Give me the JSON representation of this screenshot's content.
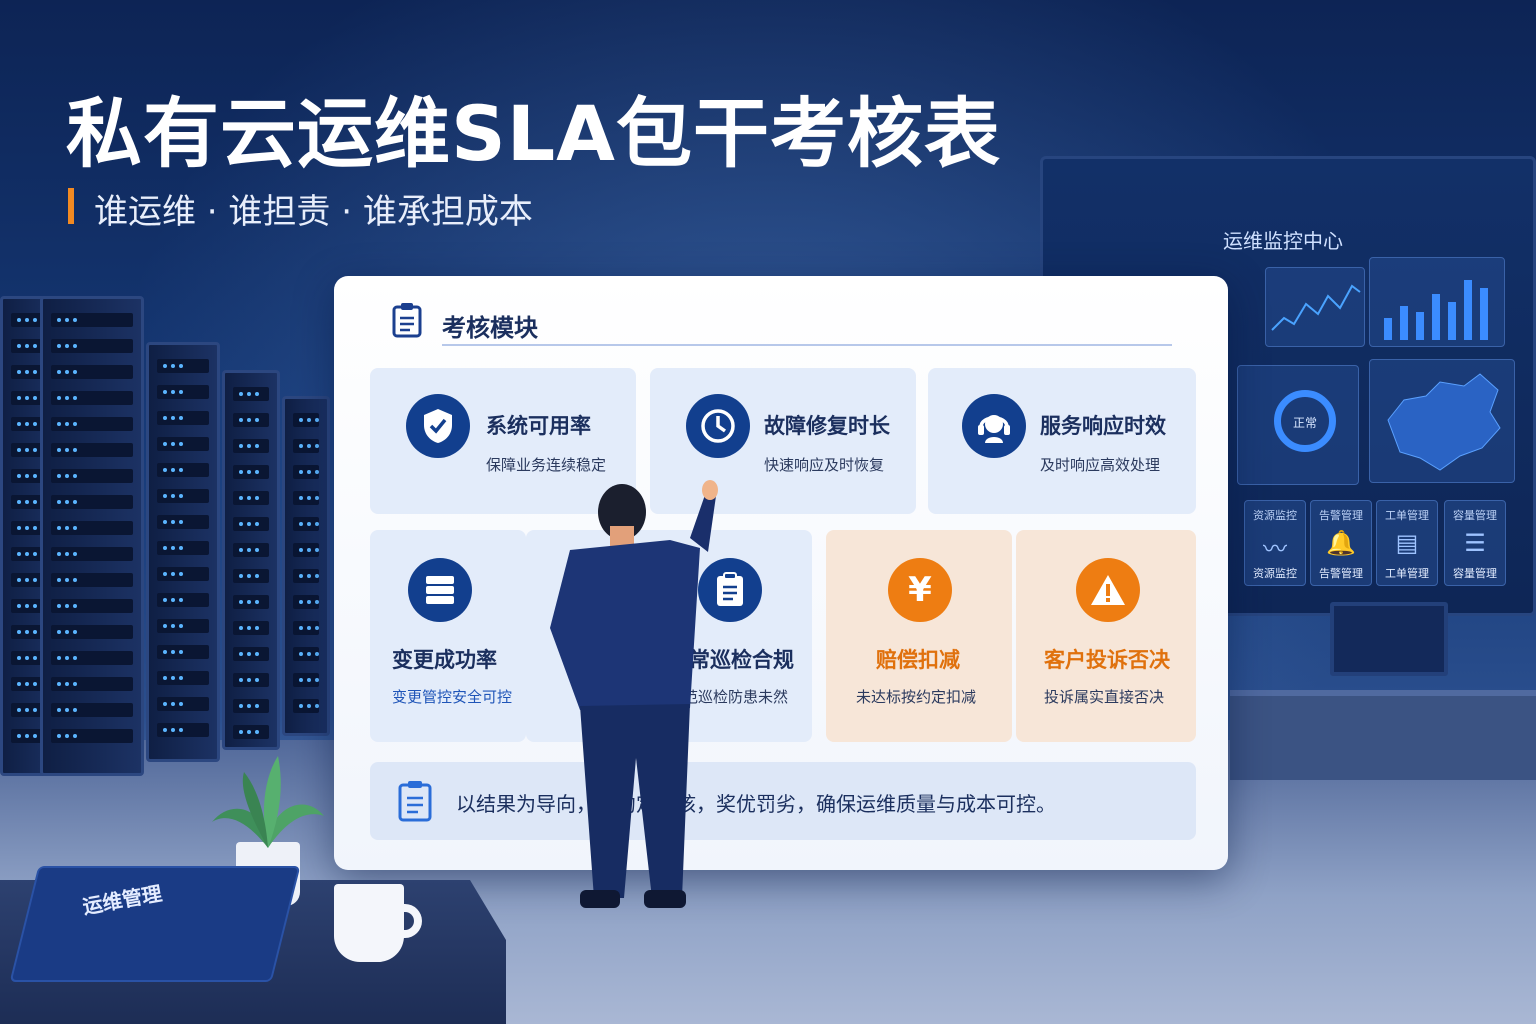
{
  "header": {
    "title": "私有云运维SLA包干考核表",
    "subtitle": "谁运维 · 谁担责 · 谁承担成本"
  },
  "board": {
    "title": "考核模块",
    "cards": [
      {
        "title": "系统可用率",
        "desc": "保障业务连续稳定",
        "icon": "shield-check-icon"
      },
      {
        "title": "故障修复时长",
        "desc": "快速响应及时恢复",
        "icon": "clock-icon"
      },
      {
        "title": "服务响应时效",
        "desc": "及时响应高效处理",
        "icon": "headset-icon"
      },
      {
        "title": "变更成功率",
        "desc": "变更管控安全可控",
        "icon": "server-icon"
      },
      {
        "title": "日常巡检合规",
        "desc": "规范巡检防患未然",
        "icon": "clipboard-checklist-icon"
      },
      {
        "title": "赔偿扣减",
        "desc": "未达标按约定扣减",
        "icon": "yen-icon"
      },
      {
        "title": "客户投诉否决",
        "desc": "投诉属实直接否决",
        "icon": "warning-icon"
      }
    ],
    "footer": "以结果为导向，按约定考核，奖优罚劣，确保运维质量与成本可控。"
  },
  "monitor_wall": {
    "title": "运维监控中心",
    "ring_label": "正常",
    "tiles": [
      {
        "top": "资源监控",
        "bottom": "资源监控"
      },
      {
        "top": "告警管理",
        "bottom": "告警管理"
      },
      {
        "top": "工单管理",
        "bottom": "工单管理"
      },
      {
        "top": "容量管理",
        "bottom": "容量管理"
      }
    ]
  },
  "desk": {
    "book_label": "运维管理"
  },
  "colors": {
    "accent_blue": "#123f8e",
    "accent_orange": "#ee7d12",
    "subtitle_bar": "#f28a22"
  }
}
